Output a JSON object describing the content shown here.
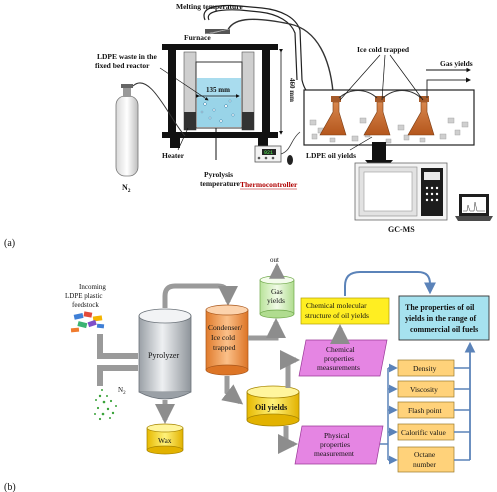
{
  "panel_a": {
    "label": "(a)",
    "melting_temperature": "Melting temperature",
    "furnace": "Furnace",
    "ldpe_waste_line1": "LDPE waste in the",
    "ldpe_waste_line2": "fixed bed reactor",
    "dim_135": "135 mm",
    "dim_460": "460 mm",
    "heater": "Heater",
    "pyrolysis_line1": "Pyrolysis",
    "pyrolysis_line2": "temperature",
    "n2": "N",
    "n2_sub": "2",
    "thermocontroller": "Thermocontroller",
    "display_value": "921",
    "ice_cold_trapped": "Ice cold trapped",
    "gas_yields": "Gas yields",
    "ldpe_oil_yields": "LDPE oil yields",
    "gcms": "GC-MS"
  },
  "panel_b": {
    "label": "(b)",
    "incoming_line1": "Incoming",
    "incoming_line2": "LDPE plastic",
    "incoming_line3": "feedstock",
    "n2": "N",
    "n2_sub": "2",
    "pyrolyzer": "Pyrolyzer",
    "wax": "Wax",
    "condenser_line1": "Condenser/",
    "condenser_line2": "Ice cold",
    "condenser_line3": "trapped",
    "gas_line1": "Gas",
    "gas_line2": "yields",
    "out": "out",
    "oil_yields": "Oil yields",
    "chem_struct_line1": "Chemical molecular",
    "chem_struct_line2": "structure of oil yields",
    "chem_prop_line1": "Chemical",
    "chem_prop_line2": "properties",
    "chem_prop_line3": "measurements",
    "phys_prop_line1": "Physical",
    "phys_prop_line2": "properties",
    "phys_prop_line3": "measurement",
    "result_line1": "The properties of oil",
    "result_line2": "yields in the range of",
    "result_line3": "commercial oil fuels",
    "density": "Density",
    "viscosity": "Viscosity",
    "flash_point": "Flash point",
    "calorific_value": "Calorific value",
    "octane_line1": "Octane",
    "octane_line2": "number"
  },
  "colors": {
    "water": "#a9dcee",
    "heater_dark": "#2b2b2b",
    "wax_yellow": "#ffe34d",
    "condenser_orange": "#f5a256",
    "gas_green": "#d9f2c0",
    "flow_grey": "#9a9a9a",
    "magenta_box": "#e585e3",
    "yellow_box": "#ffee22",
    "result_blue": "#a6e2ef",
    "prop_box": "#ffd27a",
    "arrow_blue": "#5b83b9"
  }
}
